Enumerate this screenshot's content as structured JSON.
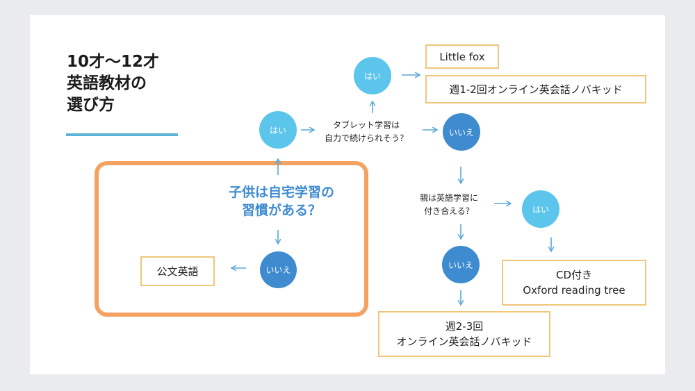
{
  "title": {
    "line1": "10才〜12才",
    "line2": "英語教材の",
    "line3": "選び方"
  },
  "main_question": {
    "line1": "子供は自宅学習の",
    "line2": "習慣がある？"
  },
  "tablet_question": {
    "line1": "タブレット学習は",
    "line2": "自力で続けられそう？"
  },
  "parent_question": {
    "line1": "親は英語学習に",
    "line2": "付き合える？"
  },
  "yes_label": "はい",
  "no_label": "いいえ",
  "results": {
    "kumon": "公文英語",
    "little_fox": "Little fox",
    "weekly_1_2": "週1-2回オンライン英会話ノバキッド",
    "cd": {
      "line1": "CD付き",
      "line2": "Oxford reading tree"
    },
    "weekly_2_3": {
      "line1": "週2-3回",
      "line2": "オンライン英会話ノバキッド"
    }
  },
  "colors": {
    "background": "#e9ebef",
    "slide": "#ffffff",
    "frame": "#f4a261",
    "box_border": "#efc67c",
    "yes_circle": "#5cc5ec",
    "no_circle": "#3f8bd0",
    "arrow": "#5aa7d6",
    "title_underline": "#5ab4d8"
  }
}
